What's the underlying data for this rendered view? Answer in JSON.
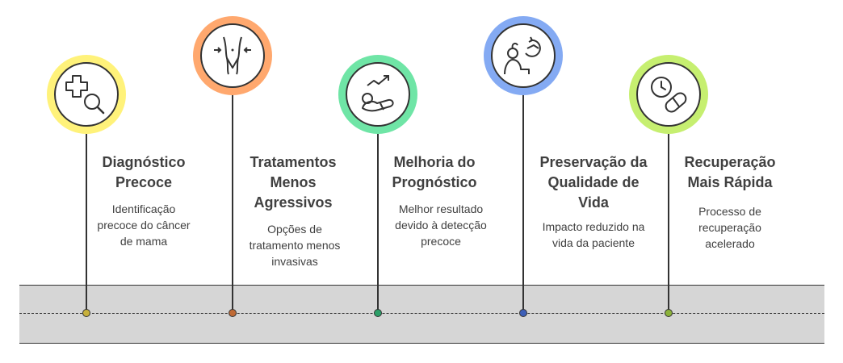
{
  "milestones": [
    {
      "title": "Diagnóstico\nPrecoce",
      "description": "Identificação\nprecoce do câncer\nde mama",
      "icon": "medical-search-icon",
      "ring_color": "#fff27a",
      "node_color": "#c8b13c"
    },
    {
      "title": "Tratamentos\nMenos\nAgressivos",
      "description": "Opções de\ntratamento menos\ninvasivas",
      "icon": "body-waist-icon",
      "ring_color": "#ffa86e",
      "node_color": "#c06a35"
    },
    {
      "title": "Melhoria do\nPrognóstico",
      "description": "Melhor resultado\ndevido à detecção\nprecoce",
      "icon": "recovery-trend-icon",
      "ring_color": "#6fe5a6",
      "node_color": "#2c9f68"
    },
    {
      "title": "Preservação da\nQualidade de\nVida",
      "description": "Impacto reduzido na\nvida da paciente",
      "icon": "person-cycle-icon",
      "ring_color": "#84aaf3",
      "node_color": "#3d5fb8"
    },
    {
      "title": "Recuperação\nMais Rápida",
      "description": "Processo de\nrecuperação\nacelerado",
      "icon": "clock-pill-icon",
      "ring_color": "#c6ef70",
      "node_color": "#8bb23a"
    }
  ]
}
